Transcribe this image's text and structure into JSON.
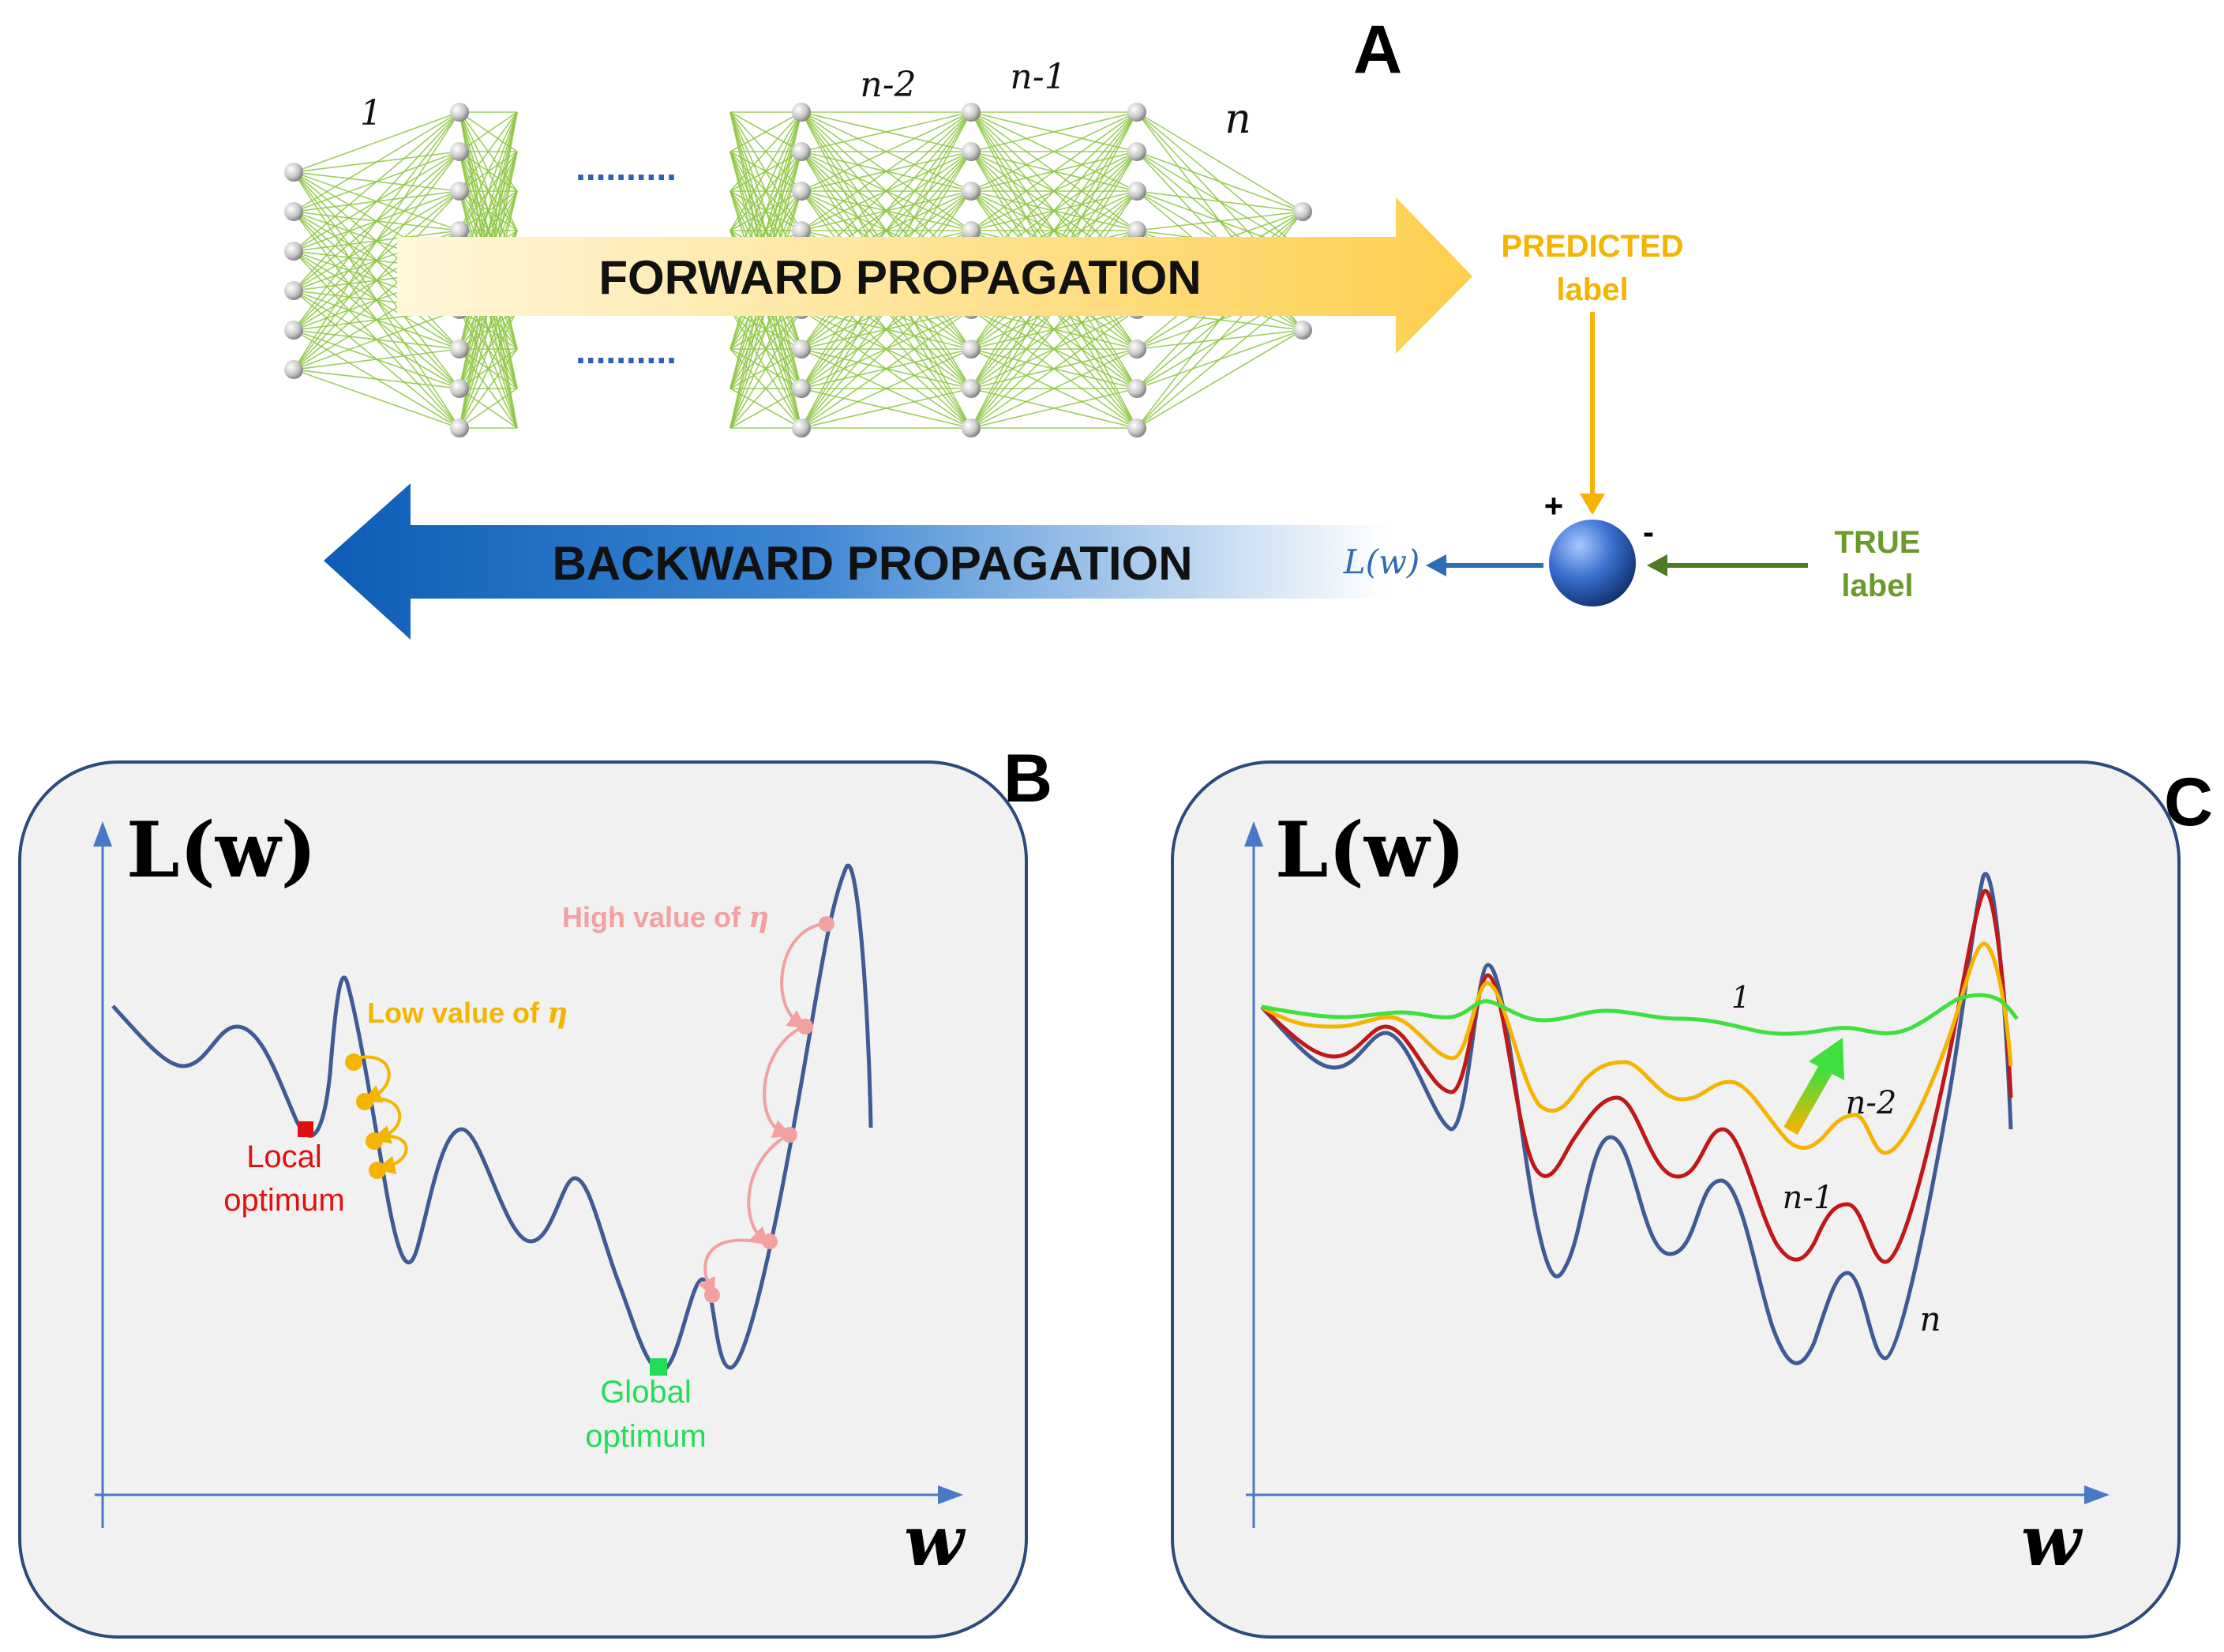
{
  "panel_a": {
    "letter": "A",
    "layer_labels": {
      "first": "1",
      "n_minus_2": "n-2",
      "n_minus_1": "n-1",
      "n": "n"
    },
    "ellipsis": "..........",
    "forward_label": "FORWARD PROPAGATION",
    "backward_label": "BACKWARD PROPAGATION",
    "predicted_line1": "PREDICTED",
    "predicted_line2": "label",
    "true_line1": "TRUE",
    "true_line2": "label",
    "loss_label": "L(w)",
    "plus_sign": "+",
    "minus_sign": "-",
    "colors": {
      "network_edges": "#8cc63f",
      "forward_arrow": "#fdd15a",
      "backward_arrow": "#1565c0",
      "predicted": "#f4b400",
      "true_label": "#6a9a2a",
      "loss": "#2e6db4"
    }
  },
  "panel_b": {
    "letter": "B",
    "y_axis_label": "L(w)",
    "x_axis_label": "w",
    "low_eta_prefix": "Low value of ",
    "high_eta_prefix": "High value of ",
    "eta_symbol": "η",
    "local_line1": "Local",
    "local_line2": "optimum",
    "global_line1": "Global",
    "global_line2": "optimum",
    "colors": {
      "curve": "#3f5b96",
      "low_eta": "#f4b400",
      "high_eta": "#f2a0a0",
      "local": "#e01010",
      "global": "#22dd55"
    }
  },
  "panel_c": {
    "letter": "C",
    "y_axis_label": "L(w)",
    "x_axis_label": "w",
    "curve_labels": {
      "layer_1": "1",
      "layer_n_minus_2": "n-2",
      "layer_n_minus_1": "n-1",
      "layer_n": "n"
    },
    "colors": {
      "layer_1": "#3ee03e",
      "layer_n_minus_2": "#f4b400",
      "layer_n_minus_1": "#c01818",
      "layer_n": "#3f5b96"
    }
  }
}
